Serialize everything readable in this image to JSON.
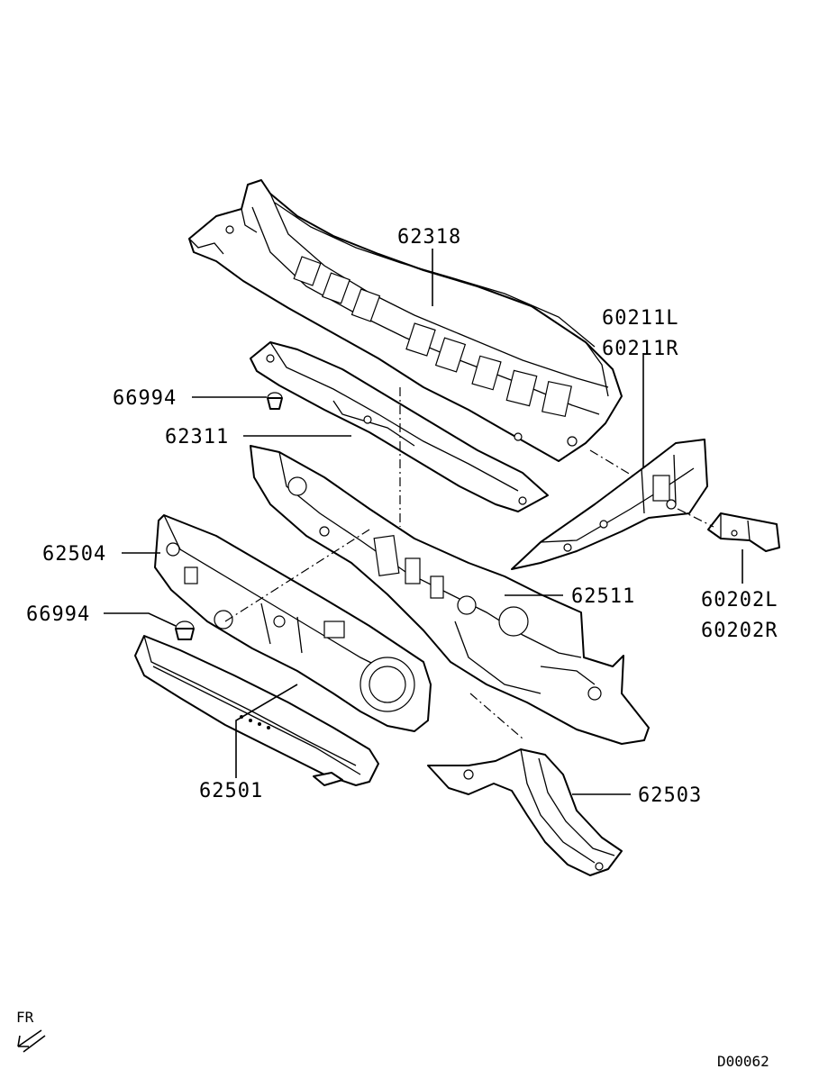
{
  "diagram_id": "D00062",
  "direction_label": "FR",
  "parts": {
    "cowl_top_panel": "62318",
    "front_pillar_lower_left": "60211L",
    "front_pillar_lower_right": "60211R",
    "clip_upper": "66994",
    "cowl_top_inner": "62311",
    "dash_insulator": "62504",
    "dash_panel": "62511",
    "bracket_left": "60202L",
    "bracket_right": "60202R",
    "clip_lower": "66994",
    "dash_cross_member": "62501",
    "floor_tunnel_front": "62503"
  }
}
